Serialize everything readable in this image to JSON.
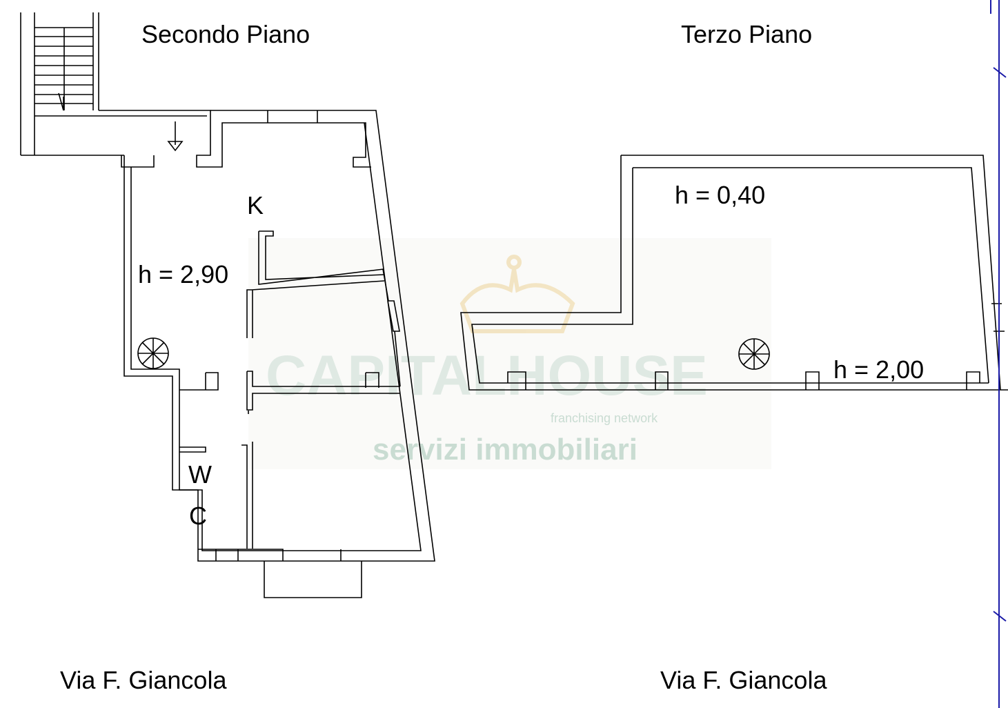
{
  "floors": [
    {
      "title": "Secondo Piano",
      "street": "Via F. Giancola",
      "rooms": {
        "kitchen": "K",
        "wc_w": "W",
        "wc_c": "C"
      },
      "height": "h = 2,90"
    },
    {
      "title": "Terzo Piano",
      "street": "Via F. Giancola",
      "height_low": "h = 0,40",
      "height_high": "h = 2,00"
    }
  ],
  "watermark": {
    "brand": "CAPITALHOUSE",
    "tagline": "franchising network",
    "subtitle": "servizi immobiliari"
  },
  "colors": {
    "wall": "#000000",
    "boundary": "#1a1aa8",
    "watermark": "#c9dcd2",
    "crown": "#f3e2b8"
  }
}
